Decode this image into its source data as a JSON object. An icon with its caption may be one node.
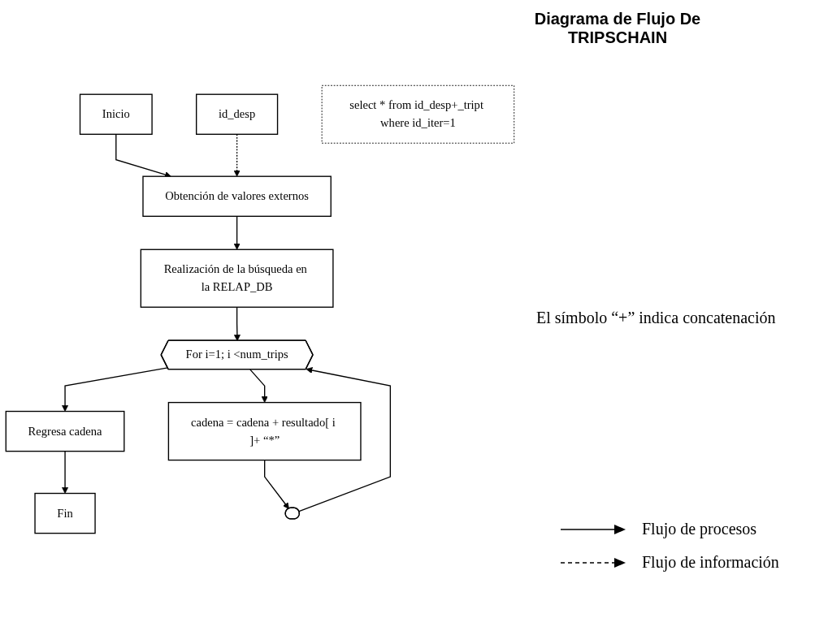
{
  "diagram": {
    "title": "Diagrama de Flujo De TRIPSCHAIN",
    "nodes": [
      {
        "text": [
          "Inicio"
        ]
      },
      {
        "text": [
          "id_desp"
        ]
      },
      {
        "text": [
          "Obtención de valores externos"
        ]
      },
      {
        "text": [
          "Realización de la búsqueda en la RELAP_DB"
        ]
      },
      {
        "text": [
          "select * from id_desp+_tript where id_iter=1"
        ]
      },
      {
        "text": [
          "For i=1; i <num_trips"
        ]
      },
      {
        "text": [
          "Regresa cadena"
        ]
      },
      {
        "text": [
          "cadena = cadena + resultado[ i ]+ “*”"
        ]
      },
      {
        "text": [
          "Fin"
        ]
      },
      {
        "text": [],
        "shape": "stadium"
      }
    ],
    "edges": [
      {
        "from": 0,
        "to": 2,
        "arrow": "to"
      },
      {
        "from": 1,
        "to": 2,
        "arrow": "to",
        "style": "dashed"
      },
      {
        "from": 2,
        "to": 3,
        "arrow": "to"
      },
      {
        "from": 3,
        "to": 5,
        "arrow": "to"
      },
      {
        "from": 5,
        "to": 6,
        "arrow": "to"
      },
      {
        "from": 6,
        "to": 8,
        "arrow": "to"
      },
      {
        "from": 5,
        "to": 7,
        "arrow": "to"
      },
      {
        "from": 7,
        "to": 9,
        "arrow": "to"
      },
      {
        "from": 9,
        "to": 5,
        "arrow": "to"
      }
    ],
    "labels": [
      "El símbolo “+” indica concatenación"
    ],
    "legend": [
      {
        "text": "Flujo de procesos"
      },
      {
        "text": "Flujo de información"
      }
    ]
  }
}
